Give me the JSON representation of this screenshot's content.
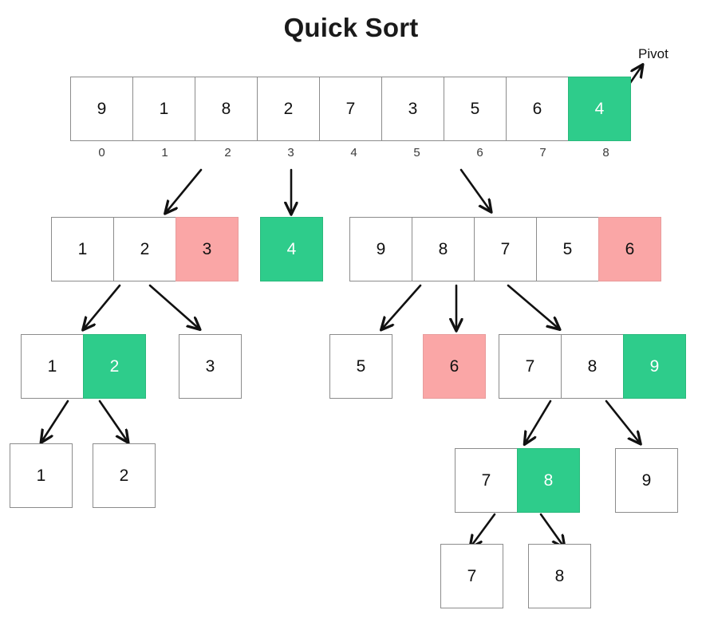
{
  "title": "Quick Sort",
  "colors": {
    "pivot_green": "#2ecc8b",
    "partition_pink": "#faa6a6",
    "cell_border": "#8c8c8c",
    "text": "#111111",
    "background": "#ffffff",
    "arrow": "#111111"
  },
  "annotations": {
    "pivot_label": "Pivot"
  },
  "levels": [
    {
      "name": "level-0-root",
      "arrays": [
        {
          "name": "root-array",
          "values": [
            "9",
            "1",
            "8",
            "2",
            "7",
            "3",
            "5",
            "6",
            "4"
          ],
          "states": [
            "plain",
            "plain",
            "plain",
            "plain",
            "plain",
            "plain",
            "plain",
            "plain",
            "pivot"
          ],
          "indices": [
            "0",
            "1",
            "2",
            "3",
            "4",
            "5",
            "6",
            "7",
            "8"
          ]
        }
      ]
    },
    {
      "name": "level-1",
      "arrays": [
        {
          "name": "left-partition",
          "values": [
            "1",
            "2",
            "3"
          ],
          "states": [
            "plain",
            "plain",
            "done"
          ]
        },
        {
          "name": "pivot-partition",
          "values": [
            "4"
          ],
          "states": [
            "pivot"
          ]
        },
        {
          "name": "right-partition",
          "values": [
            "9",
            "8",
            "7",
            "5",
            "6"
          ],
          "states": [
            "plain",
            "plain",
            "plain",
            "plain",
            "done"
          ]
        }
      ]
    },
    {
      "name": "level-2",
      "arrays": [
        {
          "name": "left-left-partition",
          "values": [
            "1",
            "2"
          ],
          "states": [
            "plain",
            "pivot"
          ]
        },
        {
          "name": "left-right-partition",
          "values": [
            "3"
          ],
          "states": [
            "plain"
          ]
        },
        {
          "name": "right-left-partition",
          "values": [
            "5"
          ],
          "states": [
            "plain"
          ]
        },
        {
          "name": "right-mid-partition",
          "values": [
            "6"
          ],
          "states": [
            "done"
          ]
        },
        {
          "name": "right-right-partition",
          "values": [
            "7",
            "8",
            "9"
          ],
          "states": [
            "plain",
            "plain",
            "pivot"
          ]
        }
      ]
    },
    {
      "name": "level-3",
      "arrays": [
        {
          "name": "leaf-one",
          "values": [
            "1"
          ],
          "states": [
            "plain"
          ]
        },
        {
          "name": "leaf-two",
          "values": [
            "2"
          ],
          "states": [
            "plain"
          ]
        },
        {
          "name": "seven-eight-partition",
          "values": [
            "7",
            "8"
          ],
          "states": [
            "plain",
            "pivot"
          ]
        },
        {
          "name": "leaf-nine",
          "values": [
            "9"
          ],
          "states": [
            "plain"
          ]
        }
      ]
    },
    {
      "name": "level-4",
      "arrays": [
        {
          "name": "leaf-seven",
          "values": [
            "7"
          ],
          "states": [
            "plain"
          ]
        },
        {
          "name": "leaf-eight",
          "values": [
            "8"
          ],
          "states": [
            "plain"
          ]
        }
      ]
    }
  ]
}
